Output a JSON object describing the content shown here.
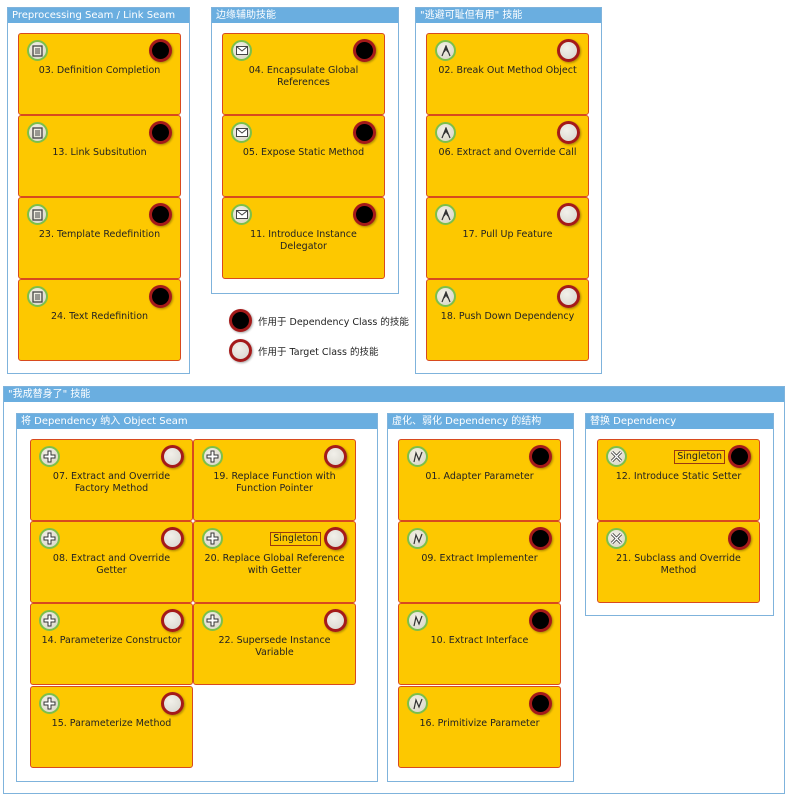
{
  "colors": {
    "card": "#fdc800",
    "header": "#6aaee0",
    "dependency_marker": "#000000",
    "target_marker": "#e0ded6"
  },
  "groups": [
    {
      "title": "Preprocessing Seam / Link Seam",
      "cards": [
        {
          "label": "03. Definition Completion",
          "icon": "document-icon",
          "target": "dependency"
        },
        {
          "label": "13. Link Subsitution",
          "icon": "document-icon",
          "target": "dependency"
        },
        {
          "label": "23. Template Redefinition",
          "icon": "document-icon",
          "target": "dependency"
        },
        {
          "label": "24. Text Redefinition",
          "icon": "document-icon",
          "target": "dependency"
        }
      ]
    },
    {
      "title": "边缘辅助技能",
      "cards": [
        {
          "label": "04. Encapsulate Global References",
          "icon": "envelope-icon",
          "target": "dependency"
        },
        {
          "label": "05. Expose Static Method",
          "icon": "envelope-icon",
          "target": "dependency"
        },
        {
          "label": "11. Introduce Instance Delegator",
          "icon": "envelope-icon",
          "target": "dependency"
        }
      ]
    },
    {
      "title": "\"逃避可耻但有用\" 技能",
      "cards": [
        {
          "label": "02. Break Out Method Object",
          "icon": "caret-icon",
          "target": "target"
        },
        {
          "label": "06. Extract and Override Call",
          "icon": "caret-icon",
          "target": "target"
        },
        {
          "label": "17. Pull Up Feature",
          "icon": "caret-icon",
          "target": "target"
        },
        {
          "label": "18. Push Down Dependency",
          "icon": "caret-icon",
          "target": "target"
        }
      ]
    },
    {
      "title": "\"我成替身了\" 技能"
    },
    {
      "title": "将 Dependency 纳入 Object Seam",
      "cards": [
        {
          "label": "07. Extract and Override Factory Method",
          "icon": "plus-icon",
          "target": "target"
        },
        {
          "label": "08. Extract and Override Getter",
          "icon": "plus-icon",
          "target": "target"
        },
        {
          "label": "14. Parameterize Constructor",
          "icon": "plus-icon",
          "target": "target"
        },
        {
          "label": "15. Parameterize Method",
          "icon": "plus-icon",
          "target": "target"
        },
        {
          "label": "19. Replace Function with Function Pointer",
          "icon": "plus-icon",
          "target": "target"
        },
        {
          "label": "20. Replace Global Reference with Getter",
          "icon": "plus-icon",
          "target": "target",
          "badge": "Singleton"
        },
        {
          "label": "22. Supersede Instance Variable",
          "icon": "plus-icon",
          "target": "target"
        }
      ]
    },
    {
      "title": "虚化、弱化 Dependency 的结构",
      "cards": [
        {
          "label": "01. Adapter Parameter",
          "icon": "zigzag-icon",
          "target": "dependency"
        },
        {
          "label": "09. Extract Implementer",
          "icon": "zigzag-icon",
          "target": "dependency"
        },
        {
          "label": "10. Extract Interface",
          "icon": "zigzag-icon",
          "target": "dependency"
        },
        {
          "label": "16. Primitivize Parameter",
          "icon": "zigzag-icon",
          "target": "dependency"
        }
      ]
    },
    {
      "title": "替换 Dependency",
      "cards": [
        {
          "label": "12. Introduce Static Setter",
          "icon": "x-icon",
          "target": "dependency",
          "badge": "Singleton"
        },
        {
          "label": "21. Subclass and Override Method",
          "icon": "x-icon",
          "target": "dependency"
        }
      ]
    }
  ],
  "legend": [
    {
      "label": "作用于 Dependency Class 的技能",
      "target": "dependency"
    },
    {
      "label": "作用于 Target Class 的技能",
      "target": "target"
    }
  ]
}
